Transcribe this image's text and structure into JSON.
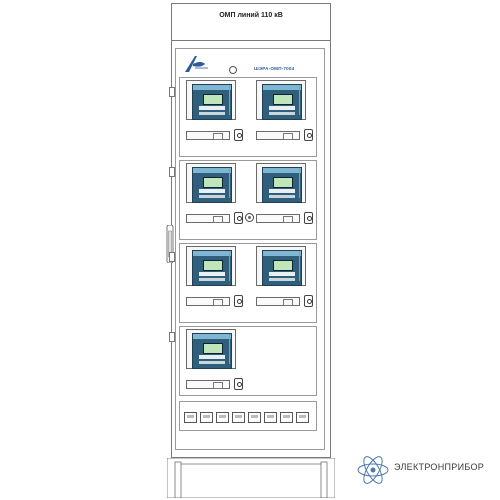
{
  "cabinet": {
    "title": "ОМП линий 110 кВ",
    "label": "ШЭРА-ОМП-7004",
    "brand_logo": "paruss-logo",
    "colors": {
      "relay_face": "#2f5f7b",
      "label": "#2d5a9a",
      "outline": "#7a7a7a"
    }
  },
  "relay_units": [
    {
      "row": 1,
      "col": 1,
      "icon": "relay-terminal-icon"
    },
    {
      "row": 1,
      "col": 2,
      "icon": "relay-terminal-icon"
    },
    {
      "row": 2,
      "col": 1,
      "icon": "relay-terminal-icon"
    },
    {
      "row": 2,
      "col": 2,
      "icon": "relay-terminal-icon"
    },
    {
      "row": 3,
      "col": 1,
      "icon": "relay-terminal-icon"
    },
    {
      "row": 3,
      "col": 2,
      "icon": "relay-terminal-icon"
    },
    {
      "row": 4,
      "col": 1,
      "icon": "relay-terminal-icon"
    }
  ],
  "terminal_blocks_count": 8,
  "company": {
    "name": "ЭЛЕКТРОНПРИБОР",
    "logo": "atom-logo-icon"
  }
}
